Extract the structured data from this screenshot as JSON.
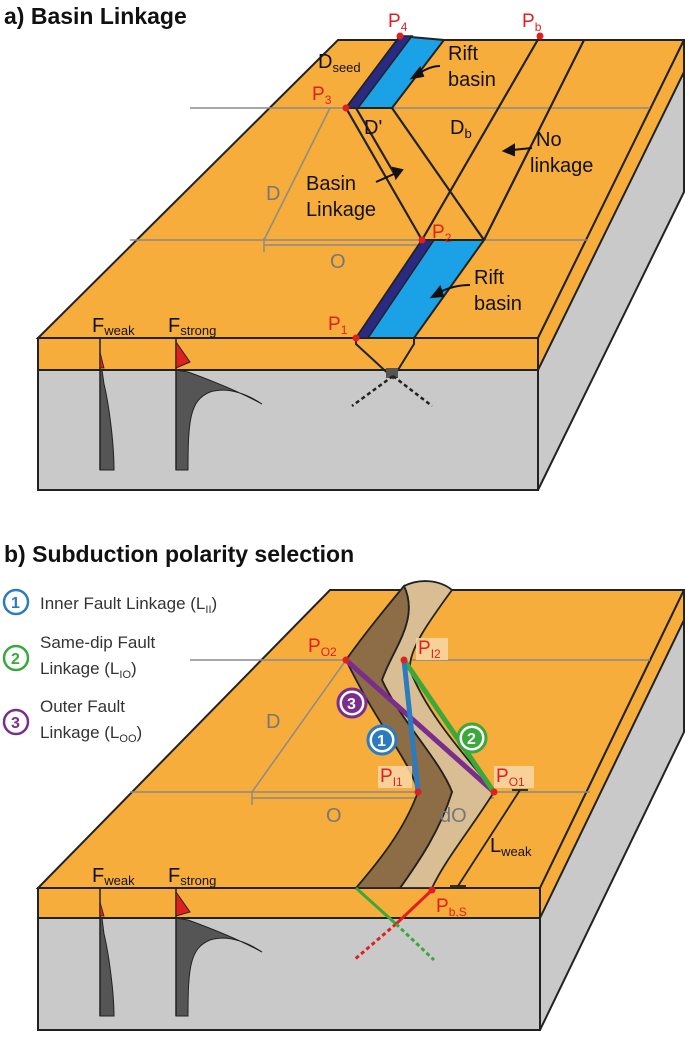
{
  "panel_a": {
    "title": "a)  Basin Linkage",
    "points": {
      "p4": "P",
      "p4_sub": "4",
      "pb": "P",
      "pb_sub": "b",
      "p3": "P",
      "p3_sub": "3",
      "p2": "P",
      "p2_sub": "2",
      "p1": "P",
      "p1_sub": "1"
    },
    "labels": {
      "dseed": "D",
      "dseed_sub": "seed",
      "dprime": "D'",
      "db": "D",
      "db_sub": "b",
      "d": "D",
      "o": "O",
      "rift_basin_top_1": "Rift",
      "rift_basin_top_2": "basin",
      "rift_basin_bottom_1": "Rift",
      "rift_basin_bottom_2": "basin",
      "no_linkage_1": "No",
      "no_linkage_2": "linkage",
      "basin_linkage_1": "Basin",
      "basin_linkage_2": "Linkage",
      "fweak": "F",
      "fweak_sub": "weak",
      "fstrong": "F",
      "fstrong_sub": "strong"
    }
  },
  "panel_b": {
    "title": "b)  Subduction polarity selection",
    "legend": [
      {
        "num": "1",
        "line1": "Inner Fault Linkage (L",
        "sub": "II",
        "end": ")",
        "color": "#2a7bbf"
      },
      {
        "num": "2",
        "line1": "Same-dip Fault",
        "line2": "Linkage (L",
        "sub": "IO",
        "end": ")",
        "color": "#3aa83a"
      },
      {
        "num": "3",
        "line1": "Outer Fault",
        "line2": "Linkage (L",
        "sub": "OO",
        "end": ")",
        "color": "#7b2d8e"
      }
    ],
    "points": {
      "po2": "P",
      "po2_sub": "O2",
      "pi2": "P",
      "pi2_sub": "I2",
      "pi1": "P",
      "pi1_sub": "I1",
      "po1": "P",
      "po1_sub": "O1",
      "pbs": "P",
      "pbs_sub": "b,S"
    },
    "labels": {
      "d": "D",
      "o": "O",
      "do": "dO",
      "lweak": "L",
      "lweak_sub": "weak",
      "fweak": "F",
      "fweak_sub": "weak",
      "fstrong": "F",
      "fstrong_sub": "strong"
    }
  },
  "colors": {
    "orange": "#f6ad3c",
    "side_gray": "#c9c9c9",
    "blue": "#1ba1e6",
    "navy": "#2b2a83",
    "red": "#e0201f",
    "dark_gray": "#555555",
    "basin_brown": "#8c6d46",
    "basin_tan": "#d9be93"
  }
}
